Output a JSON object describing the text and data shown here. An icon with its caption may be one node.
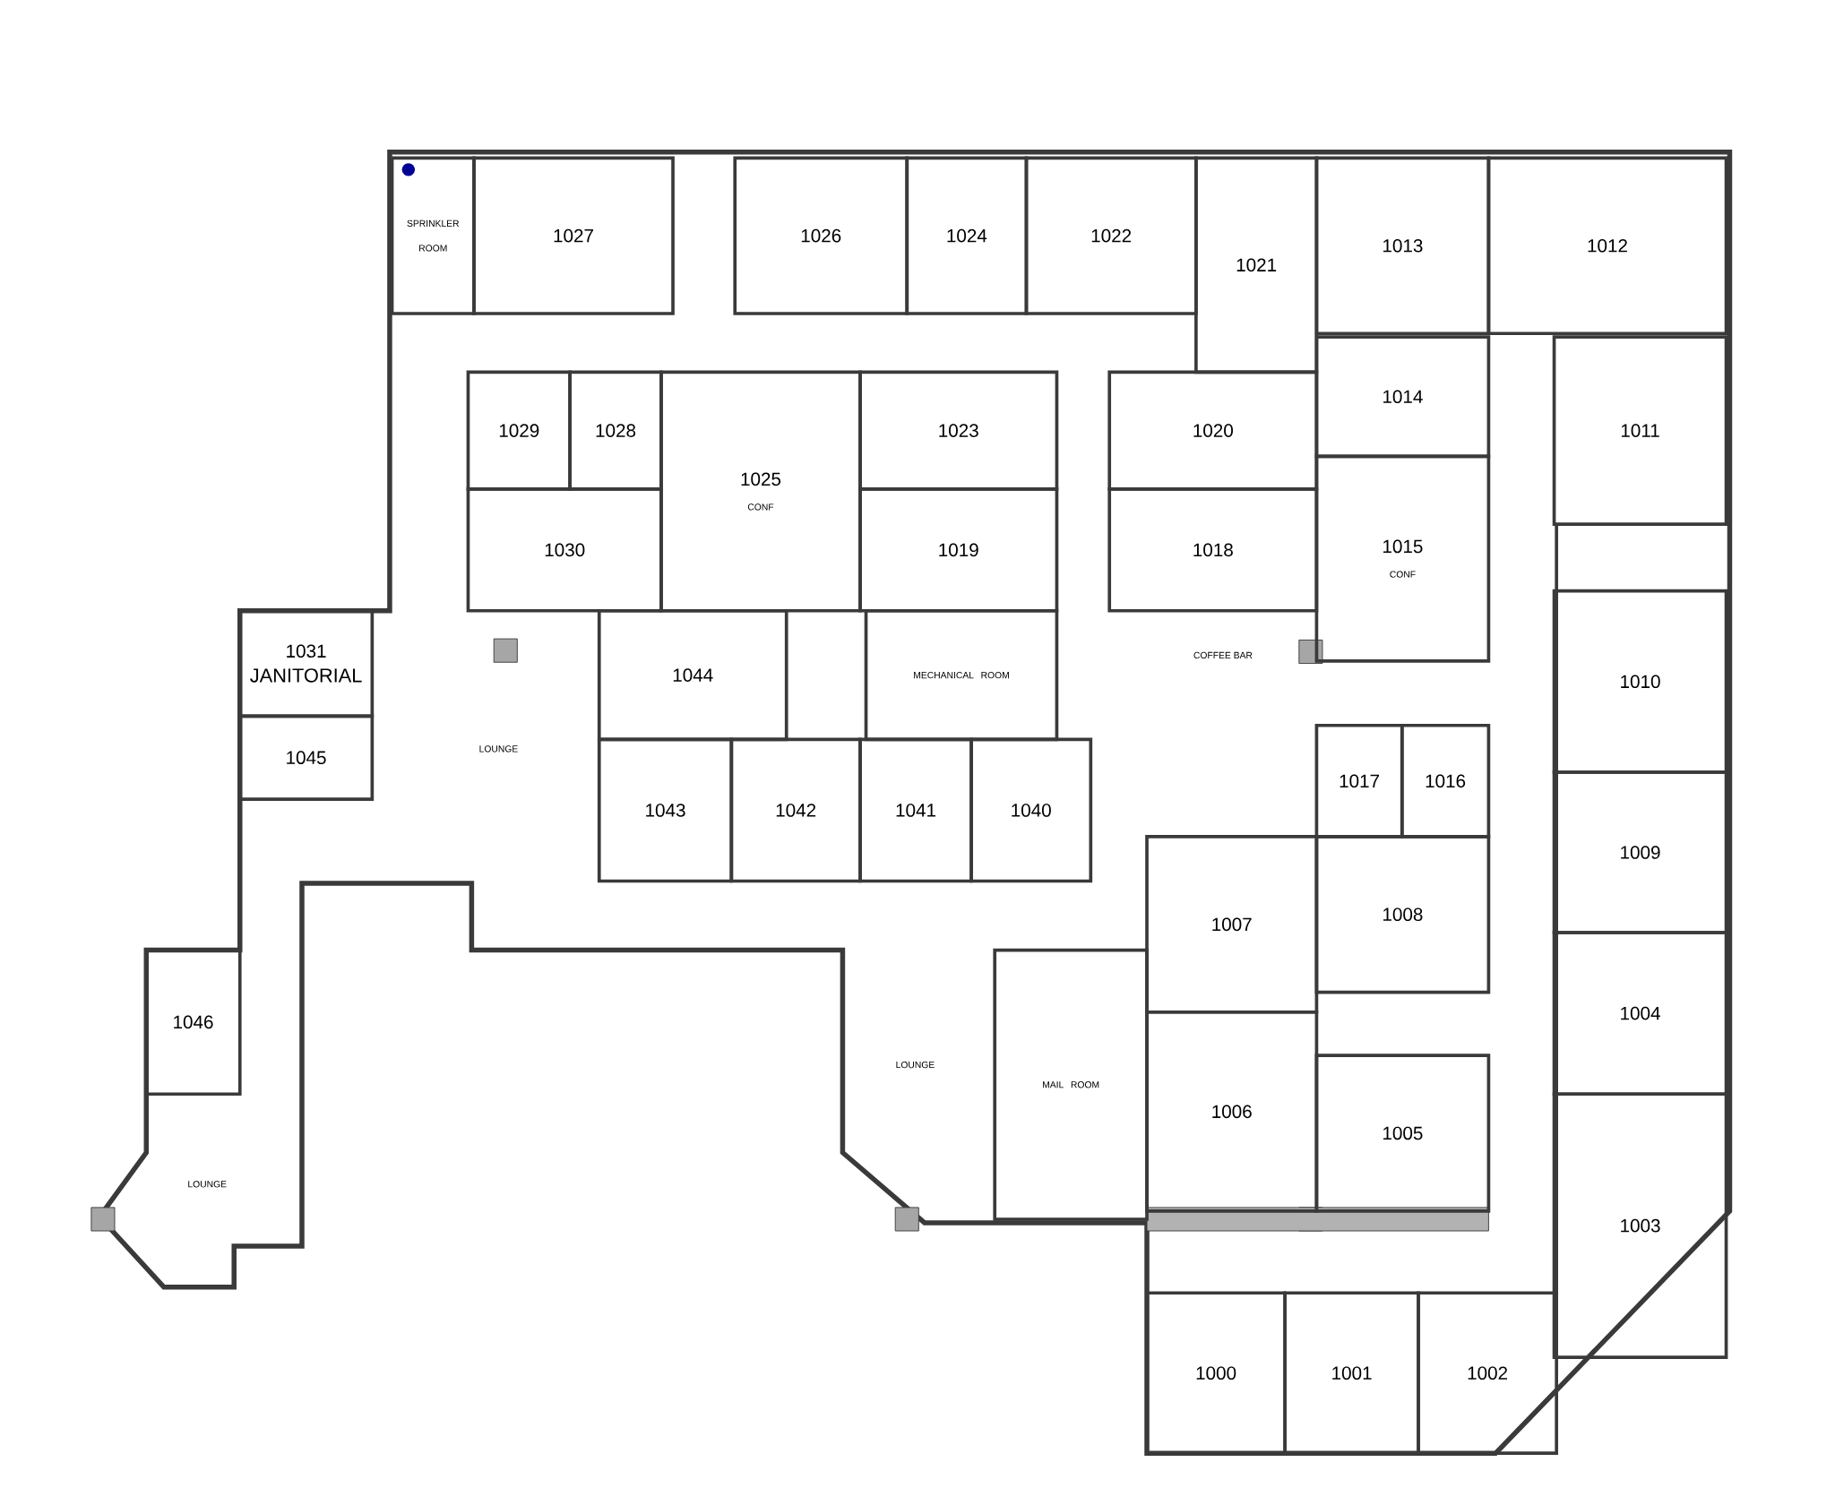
{
  "diagram": {
    "nodes": [
      {
        "text": [
          "SPRINKLER ROOM"
        ]
      },
      {
        "text": [
          "1027"
        ]
      },
      {
        "text": [
          "1026"
        ]
      },
      {
        "text": [
          "1024"
        ]
      },
      {
        "text": [
          "1022"
        ]
      },
      {
        "text": [
          "1021"
        ]
      },
      {
        "text": [
          "1013"
        ]
      },
      {
        "text": [
          "1012"
        ]
      },
      {
        "text": [
          "1029"
        ]
      },
      {
        "text": [
          "1028"
        ]
      },
      {
        "text": [
          "1025",
          "CONF"
        ]
      },
      {
        "text": [
          "1023"
        ]
      },
      {
        "text": [
          "1020"
        ]
      },
      {
        "text": [
          "1014"
        ]
      },
      {
        "text": [
          "1011"
        ]
      },
      {
        "text": [
          "1030"
        ]
      },
      {
        "text": [
          "1019"
        ]
      },
      {
        "text": [
          "1018"
        ]
      },
      {
        "text": [
          "1015",
          "CONF"
        ]
      },
      {
        "text": [
          "1031",
          "JANITORIAL"
        ]
      },
      {
        "text": [
          "1044"
        ]
      },
      {
        "text": [
          "MECHANICAL ROOM"
        ]
      },
      {
        "text": [
          "1010"
        ]
      },
      {
        "text": [
          "1045"
        ]
      },
      {
        "text": [
          "1043"
        ]
      },
      {
        "text": [
          "1042"
        ]
      },
      {
        "text": [
          "1041"
        ]
      },
      {
        "text": [
          "1040"
        ]
      },
      {
        "text": [
          "1017"
        ]
      },
      {
        "text": [
          "1016"
        ]
      },
      {
        "text": [
          "1009"
        ]
      },
      {
        "text": [
          "1007"
        ]
      },
      {
        "text": [
          "1008"
        ]
      },
      {
        "text": [
          "MAIL ROOM"
        ]
      },
      {
        "text": [
          "1004"
        ]
      },
      {
        "text": [
          "1046"
        ]
      },
      {
        "text": [
          "1006"
        ]
      },
      {
        "text": [
          "1005"
        ]
      },
      {
        "text": [
          "1003"
        ]
      },
      {
        "text": [
          "1000"
        ]
      },
      {
        "text": [
          "1001"
        ]
      },
      {
        "text": [
          "1002"
        ]
      }
    ],
    "labels": [
      "COFFEE BAR",
      "LOUNGE",
      "LOUNGE",
      "LOUNGE"
    ]
  }
}
